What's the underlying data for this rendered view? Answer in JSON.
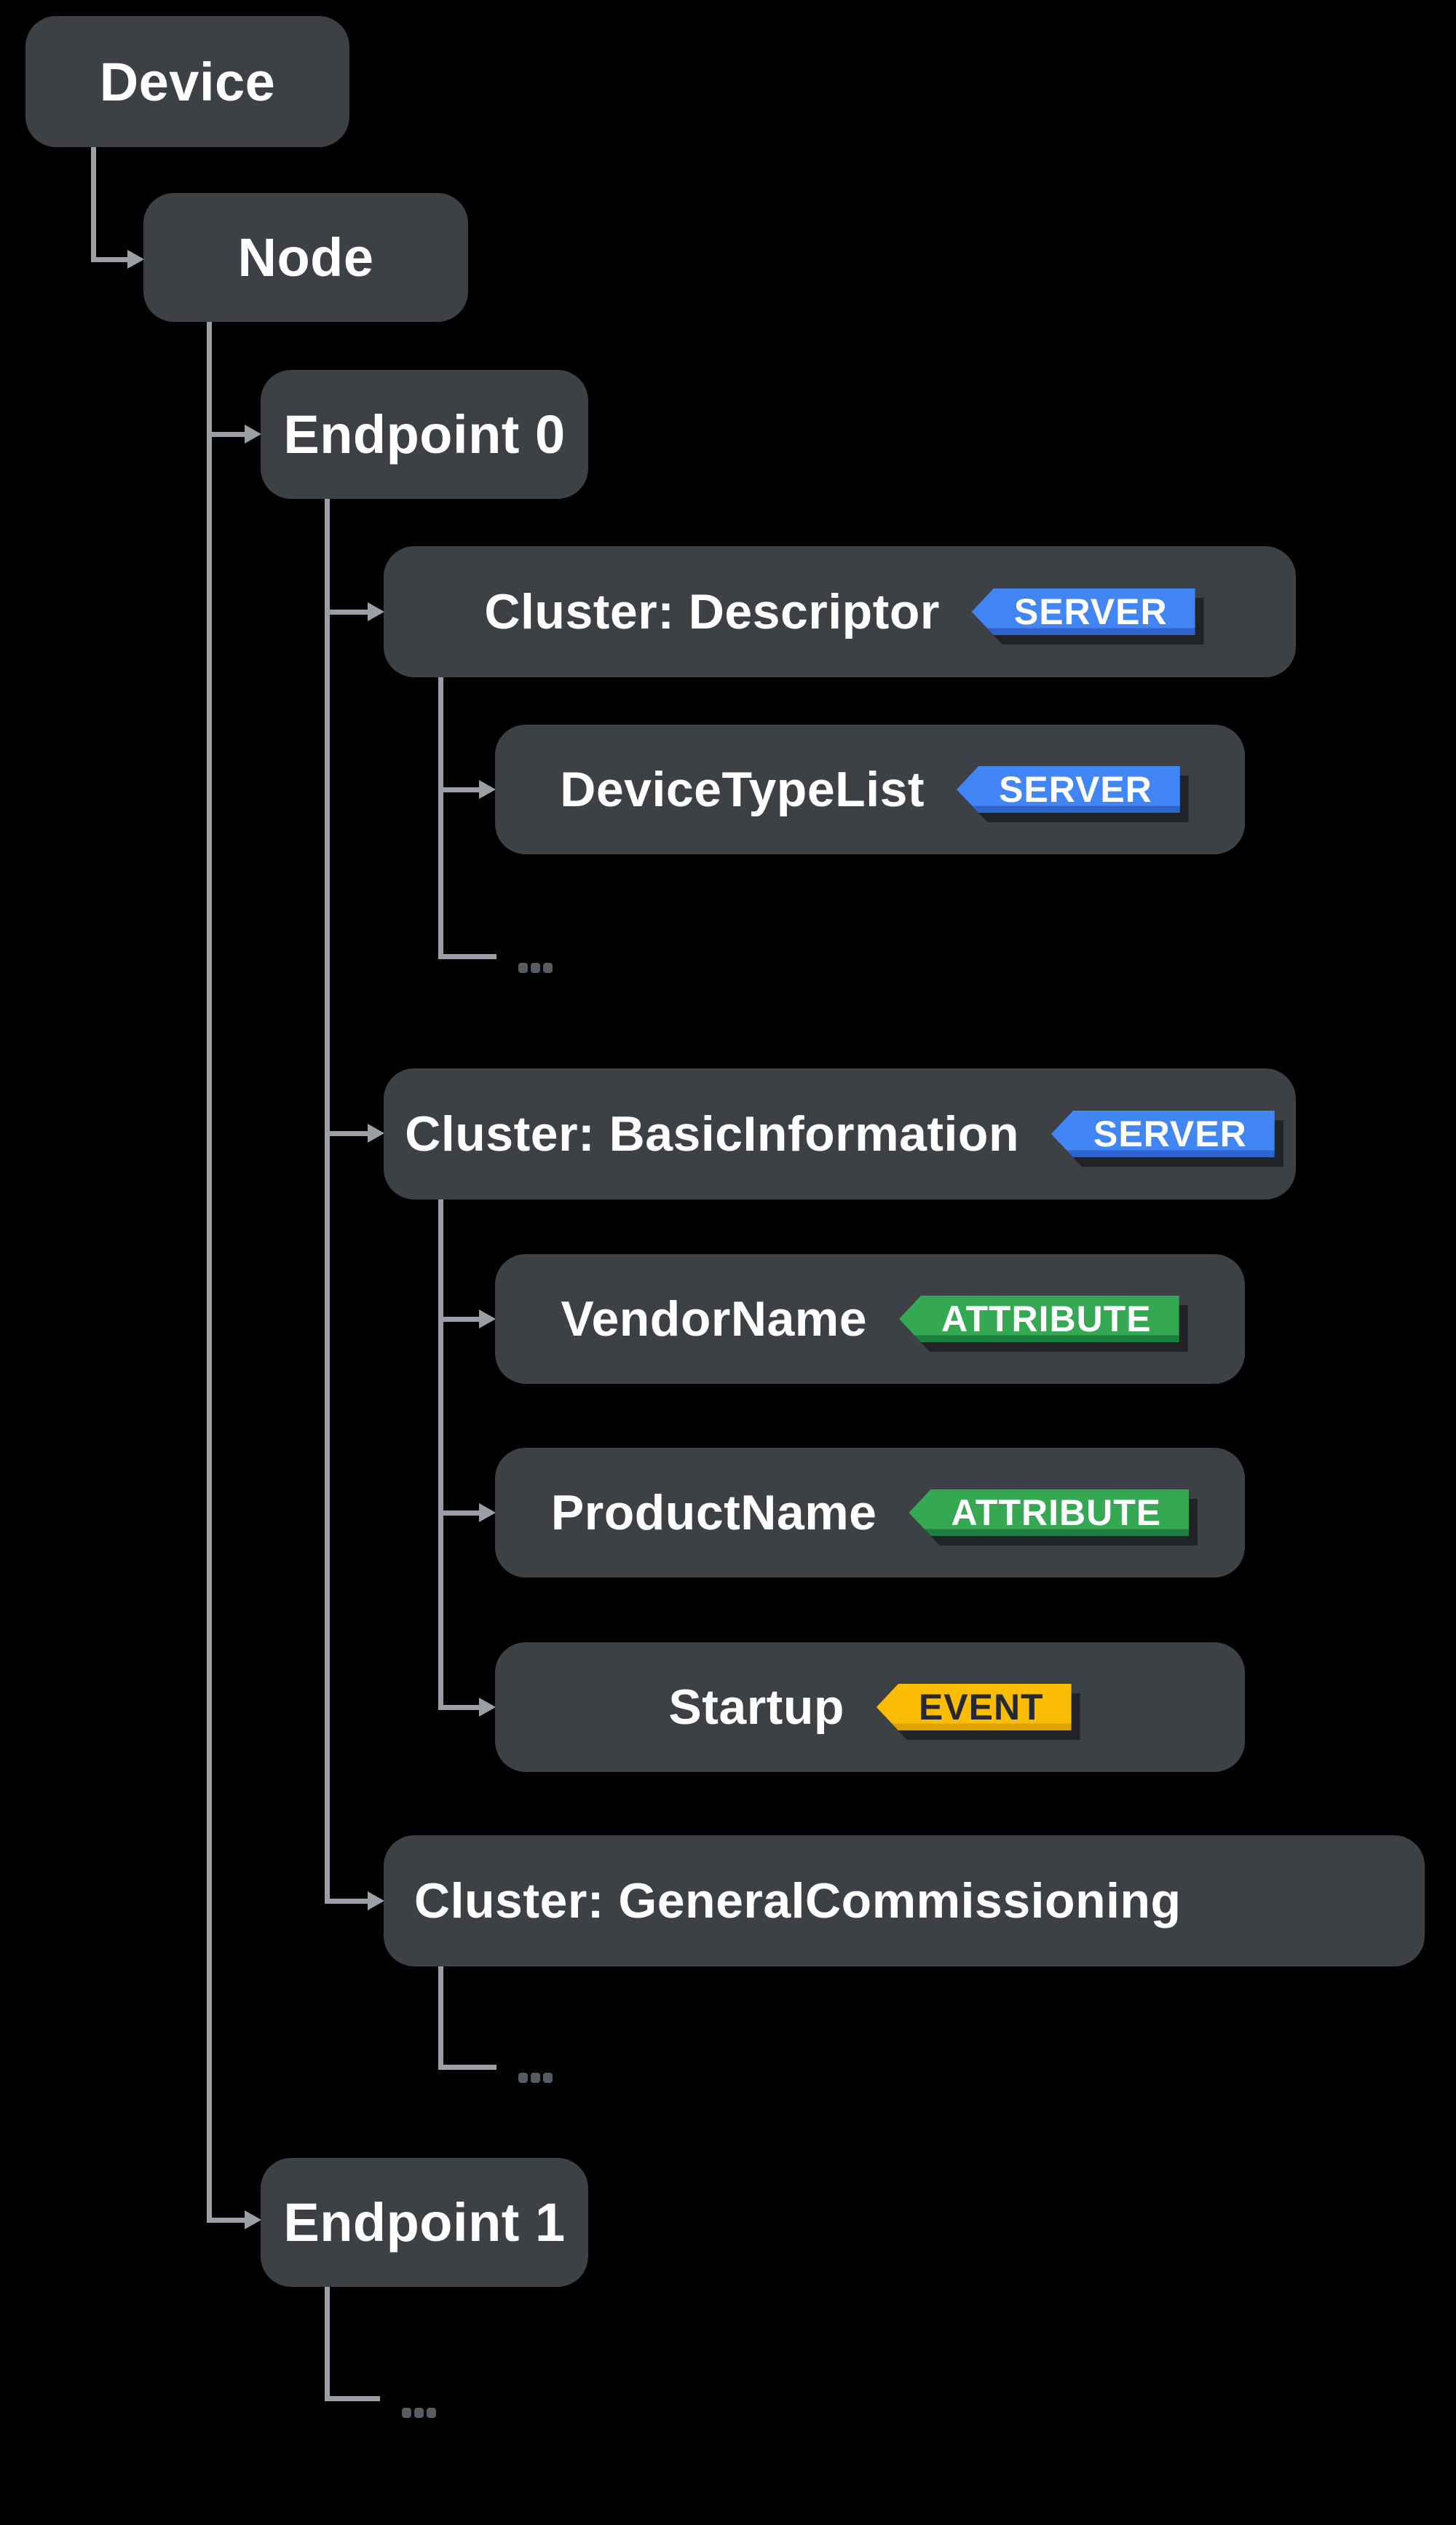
{
  "diagram": {
    "type": "tree",
    "description": "Matter device data model hierarchy",
    "collapsed_indicator": "...",
    "colors": {
      "background": "#000000",
      "node_fill": "#3d4146",
      "node_text": "#ffffff",
      "connector": "#9aa0a6",
      "ellipsis_dot": "#565c63"
    }
  },
  "badge_styles": {
    "SERVER": {
      "bg": "#4285f4",
      "stripe": "#2f64cf",
      "text": "#ffffff"
    },
    "ATTRIBUTE": {
      "bg": "#34a853",
      "stripe": "#1e7e3c",
      "text": "#ffffff"
    },
    "EVENT": {
      "bg": "#fbbc04",
      "stripe": "#dda400",
      "text": "#26292e"
    }
  },
  "nodes": {
    "device": {
      "label": "Device"
    },
    "node": {
      "label": "Node"
    },
    "endpoint0": {
      "label": "Endpoint 0"
    },
    "descriptor": {
      "label": "Cluster: Descriptor",
      "badge": "SERVER"
    },
    "devicetypelist": {
      "label": "DeviceTypeList",
      "badge": "SERVER"
    },
    "basicinformation": {
      "label": "Cluster: BasicInformation",
      "badge": "SERVER"
    },
    "vendorname": {
      "label": "VendorName",
      "badge": "ATTRIBUTE"
    },
    "productname": {
      "label": "ProductName",
      "badge": "ATTRIBUTE"
    },
    "startup": {
      "label": "Startup",
      "badge": "EVENT"
    },
    "generalcommissioning": {
      "label": "Cluster: GeneralCommissioning"
    },
    "endpoint1": {
      "label": "Endpoint 1"
    }
  },
  "hierarchy": {
    "device": [
      "node"
    ],
    "node": [
      "endpoint0",
      "endpoint1"
    ],
    "endpoint0": [
      "descriptor",
      "basicinformation",
      "generalcommissioning"
    ],
    "descriptor": [
      "devicetypelist",
      "..."
    ],
    "basicinformation": [
      "vendorname",
      "productname",
      "startup"
    ],
    "generalcommissioning": [
      "..."
    ],
    "endpoint1": [
      "..."
    ]
  }
}
